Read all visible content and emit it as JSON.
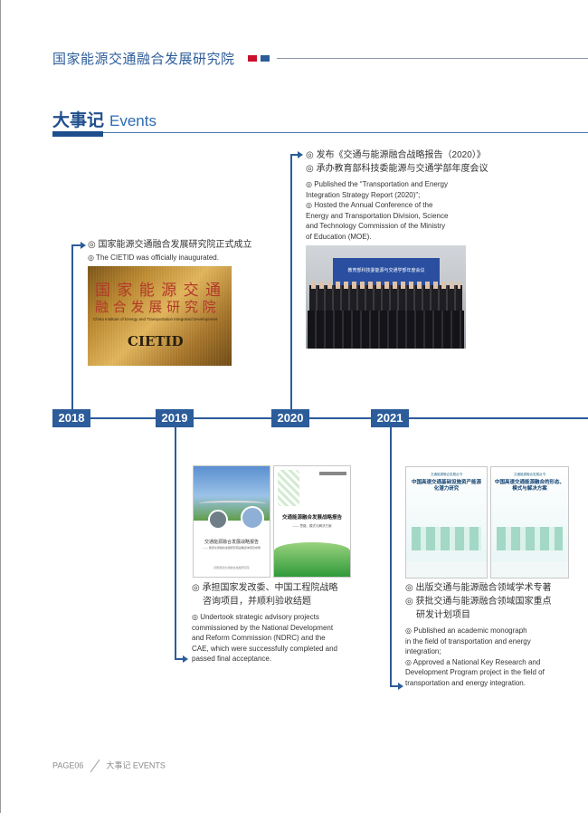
{
  "header": {
    "title": "国家能源交通融合发展研究院",
    "square_colors": [
      "#c8102e",
      "#2c5c9a"
    ]
  },
  "section": {
    "title_cn": "大事记",
    "title_en": "Events"
  },
  "timeline": {
    "years": [
      "2018",
      "2019",
      "2020",
      "2021"
    ]
  },
  "events": {
    "y2018": {
      "cn": "◎ 国家能源交通融合发展研究院正式成立",
      "en": "◎ The CIETID was officially inaugurated.",
      "plaque": {
        "line1": "国 家 能 源 交 通",
        "line2": "融 合 发 展 研 究 院",
        "line3": "China Institute of Energy and Transportation Integrated Development",
        "line4": "CIETID"
      }
    },
    "y2019": {
      "cn": [
        "◎ 承担国家发改委、中国工程院战略",
        "咨询项目，并顺利验收结题"
      ],
      "en": [
        "◎ Undertook strategic advisory projects",
        "commissioned by the National Development",
        "and Reform Commission (NDRC) and the",
        "CAE, which were successfully completed and",
        "passed final acceptance."
      ],
      "report1": {
        "title": "交通能源融合发展战略报告",
        "sub": "—— 能源交通融合发展研究院战略咨询项目成果",
        "foot": "国家能源交通融合发展研究院"
      },
      "report2": {
        "title": "交通能源融合发展战略报告",
        "sub": "—— 思路、模式与解决方案"
      }
    },
    "y2020": {
      "cn": [
        "◎ 发布《交通与能源融合战略报告（2020）》",
        "◎ 承办教育部科技委能源与交通学部年度会议"
      ],
      "en": [
        "◎ Published the “Transportation and Energy",
        "Integration Strategy Report (2020)”;",
        "◎ Hosted the Annual Conference of the",
        "Energy and Transportation Division, Science",
        "and Technology Commission of the Ministry",
        "of Education (MOE)."
      ],
      "banner": "教育部科技委能源与交通学部年度会议"
    },
    "y2021": {
      "cn": [
        "◎ 出版交通与能源融合领域学术专著",
        "◎ 获批交通与能源融合领域国家重点",
        "研发计划项目"
      ],
      "en": [
        "◎ Published an academic monograph",
        "in the field of transportation and energy",
        "integration;",
        "◎ Approved a National Key Research and",
        "Development Program project in the field of",
        "transportation and energy integration."
      ],
      "book1": {
        "series": "交通能源融合发展丛书",
        "title": "中国高速交通基础设施资产能源化潜力研究"
      },
      "book2": {
        "series": "交通能源融合发展丛书",
        "title": "中国高速交通能源融合的形态、模式与解决方案"
      }
    }
  },
  "footer": {
    "page": "PAGE06",
    "label": "大事记 EVENTS"
  }
}
